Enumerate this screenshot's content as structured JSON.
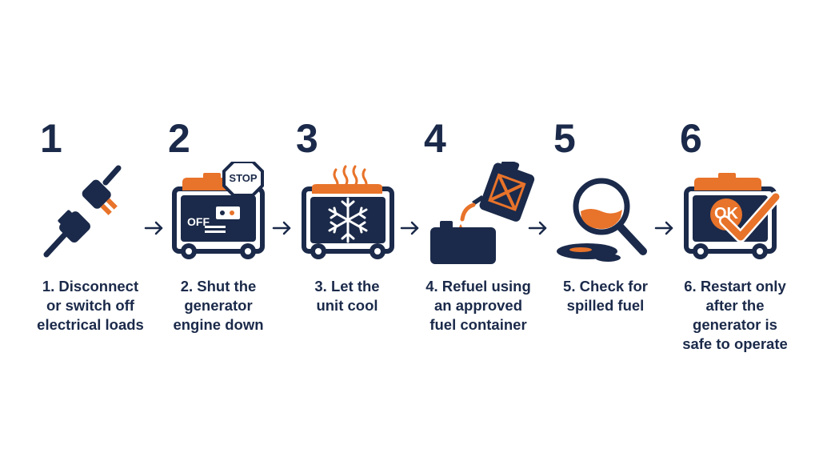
{
  "colors": {
    "navy": "#1b2a4a",
    "orange": "#e8732a",
    "white": "#ffffff"
  },
  "steps": [
    {
      "number": "1",
      "icon": "plug-disconnect-icon",
      "caption_lines": [
        "1. Disconnect",
        "or switch off",
        "electrical loads"
      ]
    },
    {
      "number": "2",
      "icon": "generator-stop-icon",
      "off_label": "OFF",
      "sign_label": "STOP",
      "caption_lines": [
        "2. Shut the",
        "generator",
        "engine down"
      ]
    },
    {
      "number": "3",
      "icon": "generator-cooling-icon",
      "caption_lines": [
        "3. Let the",
        "unit cool"
      ]
    },
    {
      "number": "4",
      "icon": "refuel-jerrycan-icon",
      "caption_lines": [
        "4. Refuel using",
        "an approved",
        "fuel container"
      ]
    },
    {
      "number": "5",
      "icon": "magnifier-spill-icon",
      "caption_lines": [
        "5. Check for",
        "spilled fuel"
      ]
    },
    {
      "number": "6",
      "icon": "generator-ok-icon",
      "ok_label": "OK",
      "caption_lines": [
        "6. Restart only",
        "after the",
        "generator is",
        "safe to operate"
      ]
    }
  ]
}
